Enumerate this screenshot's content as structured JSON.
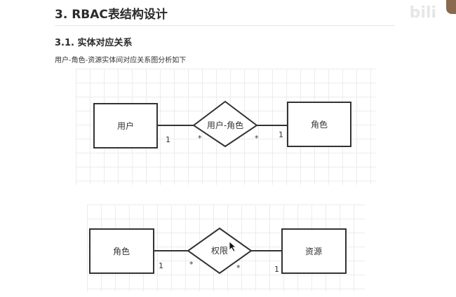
{
  "doc": {
    "heading2": "3. RBAC表结构设计",
    "heading3": "3.1. 实体对应关系",
    "paragraph": "用户-角色-资源实体间对应关系图分析如下",
    "watermark": "bili"
  },
  "diagram1": {
    "entity_left": "用户",
    "relation": "用户-角色",
    "entity_right": "角色",
    "card_left_entity": "1",
    "card_left_rel": "*",
    "card_right_rel": "*",
    "card_right_entity": "1"
  },
  "diagram2": {
    "entity_left": "角色",
    "relation": "权限",
    "entity_right": "资源",
    "card_left_entity": "1",
    "card_left_rel": "*",
    "card_right_rel": "*",
    "card_right_entity": "1"
  }
}
